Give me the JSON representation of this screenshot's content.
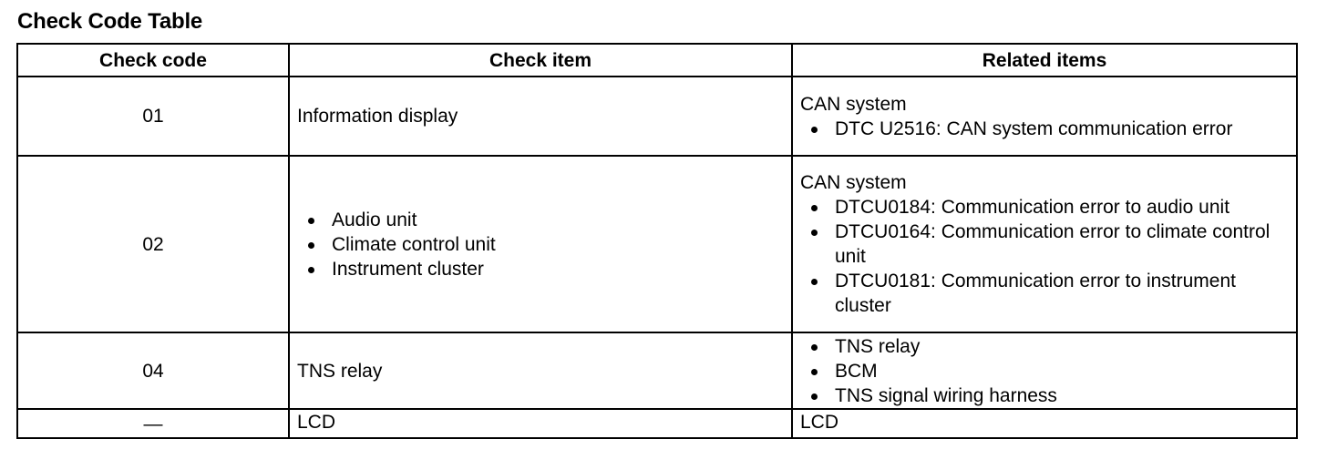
{
  "title": "Check Code Table",
  "table": {
    "headers": [
      "Check code",
      "Check item",
      "Related items"
    ],
    "rows": [
      {
        "code": "01",
        "item_text": "Information display",
        "related_heading": "CAN system",
        "related_bullets": [
          "DTC U2516: CAN system communication error"
        ]
      },
      {
        "code": "02",
        "item_bullets": [
          "Audio unit",
          "Climate control unit",
          "Instrument cluster"
        ],
        "related_heading": "CAN system",
        "related_bullets": [
          "DTCU0184: Communication error to audio unit",
          "DTCU0164: Communication error to climate control unit",
          "DTCU0181: Communication error to instrument cluster"
        ]
      },
      {
        "code": "04",
        "item_text": "TNS relay",
        "related_bullets": [
          "TNS relay",
          "BCM",
          "TNS signal wiring harness"
        ]
      },
      {
        "code": "—",
        "item_text": "LCD",
        "related_text": "LCD"
      }
    ]
  }
}
